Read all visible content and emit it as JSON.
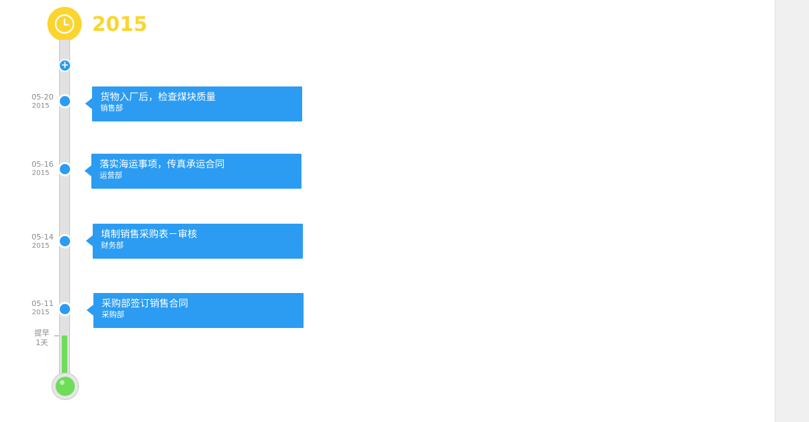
{
  "header": {
    "year": "2015",
    "clock_icon": "clock-icon",
    "accent_color": "#fbd52f"
  },
  "timeline": {
    "add_icon": "plus-icon",
    "node_color": "#2b9cf2",
    "events": [
      {
        "date": "05-20",
        "year": "2015",
        "title": "货物入厂后，检查煤块质量",
        "department": "销售部"
      },
      {
        "date": "05-16",
        "year": "2015",
        "title": "落实海运事项，传真承运合同",
        "department": "运营部"
      },
      {
        "date": "05-14",
        "year": "2015",
        "title": "填制销售采购表－审核",
        "department": "财务部"
      },
      {
        "date": "05-11",
        "year": "2015",
        "title": "采购部签订销售合同",
        "department": "采购部"
      }
    ]
  },
  "thermometer": {
    "label_line1": "提早",
    "label_line2": "1天",
    "fill_color": "#6fdc5a"
  }
}
